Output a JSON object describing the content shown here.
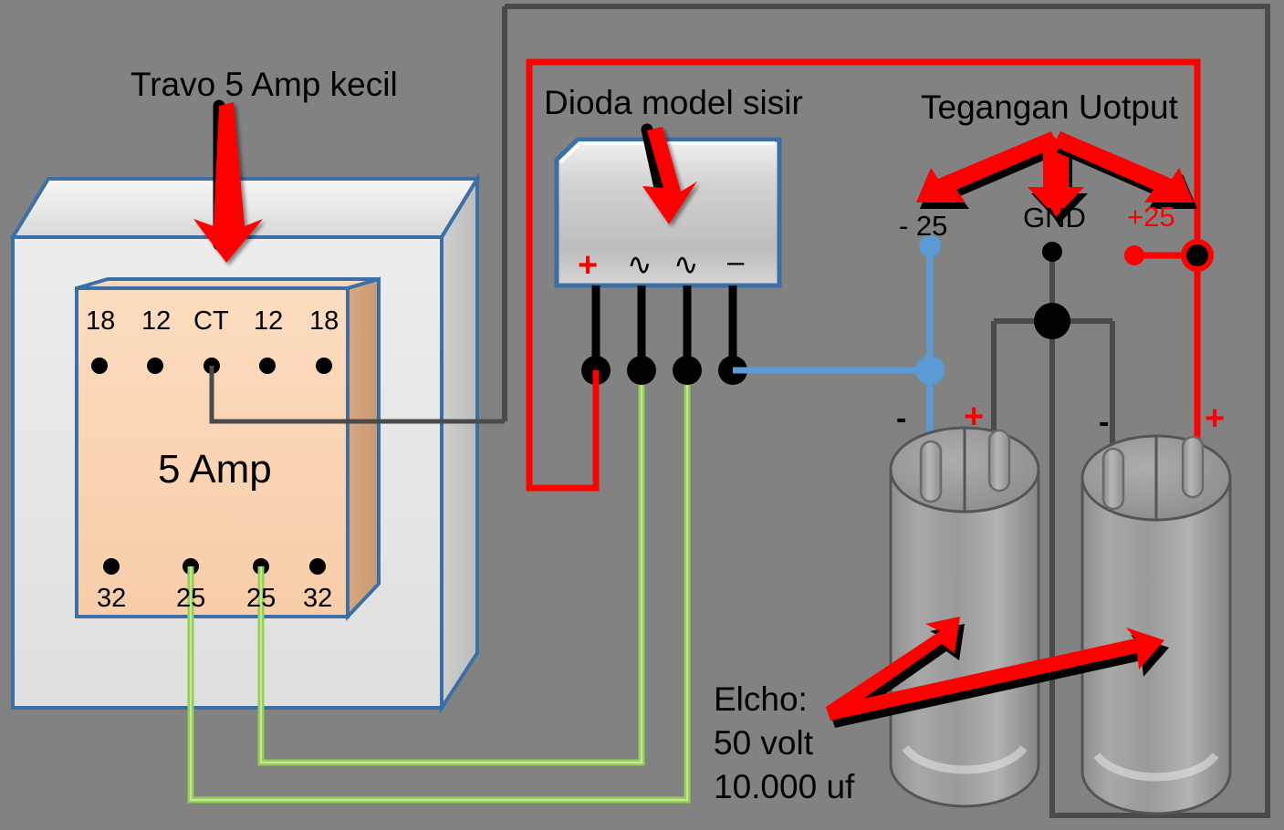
{
  "diagram": {
    "title_hint": "Power supply wiring diagram",
    "background_color": "#828282",
    "accent_red": "#FF0000",
    "accent_blue": "#5B9BD5",
    "accent_green": "#92D050",
    "frame_color": "#404040"
  },
  "transformer": {
    "callout_label": "Travo 5 Amp kecil",
    "body_label": "5 Amp",
    "body_color": "#FBD5B5",
    "case_color": "#DCDCDC",
    "edge_color": "#3B6FA8",
    "top_terminals": [
      {
        "label": "18"
      },
      {
        "label": "12"
      },
      {
        "label": "CT"
      },
      {
        "label": "12"
      },
      {
        "label": "18"
      }
    ],
    "bottom_terminals": [
      {
        "label": "32"
      },
      {
        "label": "25"
      },
      {
        "label": "25"
      },
      {
        "label": "32"
      }
    ]
  },
  "bridge": {
    "callout_label": "Dioda model sisir",
    "pins": [
      {
        "label": "+",
        "kind": "positive"
      },
      {
        "label": "∿",
        "kind": "ac"
      },
      {
        "label": "∿",
        "kind": "ac"
      },
      {
        "label": "–",
        "kind": "negative"
      }
    ]
  },
  "output": {
    "title": "Tegangan Uotput",
    "rails": [
      {
        "label": "- 25",
        "color": "#000000"
      },
      {
        "label": "GND",
        "color": "#000000"
      },
      {
        "label": "+25",
        "color": "#FF0000"
      }
    ]
  },
  "capacitors": {
    "note_lines": [
      "Elcho:",
      "50 volt",
      "10.000 uf"
    ],
    "items": [
      {
        "minus_label": "-",
        "plus_label": "+"
      },
      {
        "minus_label": "-",
        "plus_label": "+"
      }
    ]
  }
}
